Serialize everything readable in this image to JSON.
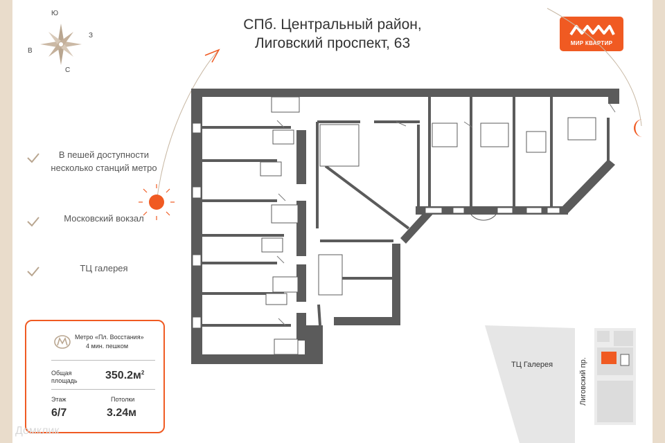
{
  "title": {
    "line1": "СПб. Центральный район,",
    "line2": "Лиговский проспект, 63"
  },
  "logo": {
    "text": "МИР КВАРТИР"
  },
  "compass": {
    "n": "Ю",
    "e": "З",
    "w": "В",
    "s": "С"
  },
  "amenities": [
    {
      "line1": "В пешей доступности",
      "line2": "несколько станций метро"
    },
    {
      "line1": "Московский вокзал",
      "line2": ""
    },
    {
      "line1": "ТЦ галерея",
      "line2": ""
    }
  ],
  "card": {
    "metro_name": "Метро «Пл. Восстания»",
    "metro_time": "4 мин. пешком",
    "area_label_1": "Общая",
    "area_label_2": "площадь",
    "area_value": "350.2м",
    "area_sup": "2",
    "floor_label": "Этаж",
    "floor_value": "6/7",
    "ceiling_label": "Потолки",
    "ceiling_value": "3.24м"
  },
  "map": {
    "mall_label": "ТЦ Галерея",
    "street_label": "Лиговский пр."
  },
  "watermark": "Домклик",
  "colors": {
    "accent": "#f05a22",
    "wall": "#5b5b5b",
    "frame": "#e9dccb"
  }
}
